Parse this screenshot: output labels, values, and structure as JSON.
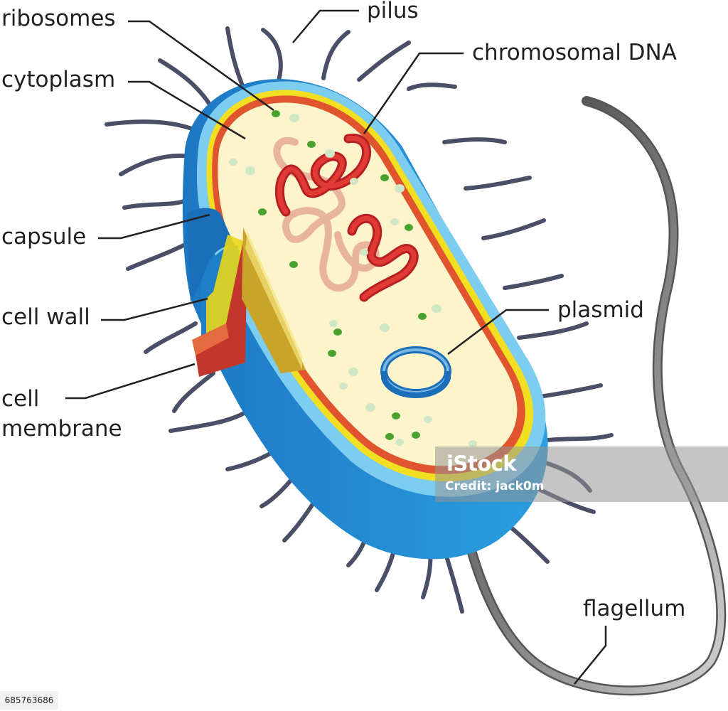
{
  "labels": {
    "ribosomes": "ribosomes",
    "cytoplasm": "cytoplasm",
    "pilus": "pilus",
    "chromosomal_dna": "chromosomal DNA",
    "capsule": "capsule",
    "cell_wall": "cell wall",
    "cell_membrane": "cell membrane",
    "plasmid": "plasmid",
    "flagellum": "flagellum"
  },
  "watermark": {
    "logo": "iStock",
    "credit": "Credit: jack0m"
  },
  "stock_id": "685763686",
  "colors": {
    "capsule_dark": "#1a7fc8",
    "capsule_light": "#6cc6ee",
    "cell_wall": "#f2dd1c",
    "cell_membrane": "#e0542e",
    "cytoplasm": "#fdf4cc",
    "chromosome_dark": "#c8282a",
    "chromosome_light": "#edb49c",
    "ribosome_dark": "#4aa32e",
    "ribosome_light": "#cfe7c4",
    "pilus": "#4a4e66",
    "flagellum": "#8a8a8a"
  }
}
